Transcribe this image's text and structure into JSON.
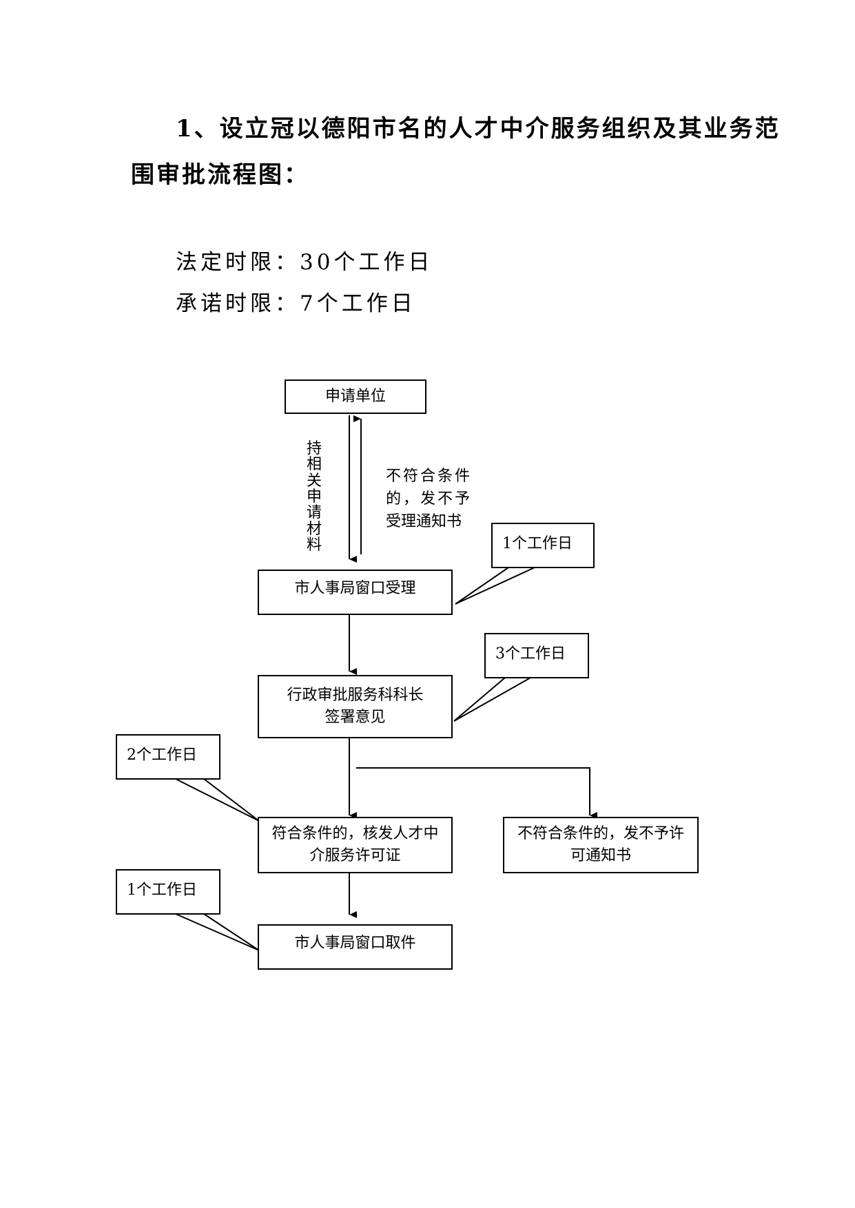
{
  "heading": {
    "line1": "1、设立冠以德阳市名的人才中介服务组织及其业务范",
    "line2": "围审批流程图："
  },
  "limits": {
    "legal": "法定时限：30个工作日",
    "promise": "承诺时限：7个工作日"
  },
  "nodes": {
    "applicant": "申请单位",
    "window_accept": "市人事局窗口受理",
    "chief_line1": "行政审批服务科科长",
    "chief_line2": "签署意见",
    "approve_line1": "符合条件的，核发人才中",
    "approve_line2": "介服务许可证",
    "reject_line1": "不符合条件的，发不予许",
    "reject_line2": "可通知书",
    "window_pickup": "市人事局窗口取件"
  },
  "edges": {
    "submit_materials": "持相关申请材料",
    "not_accept_line1": "不符合条件",
    "not_accept_line2": "的，发不予",
    "not_accept_line3": "受理通知书"
  },
  "callouts": {
    "accept_time": "1个工作日",
    "chief_time": "3个工作日",
    "approve_time": "2个工作日",
    "pickup_time": "1个工作日"
  }
}
